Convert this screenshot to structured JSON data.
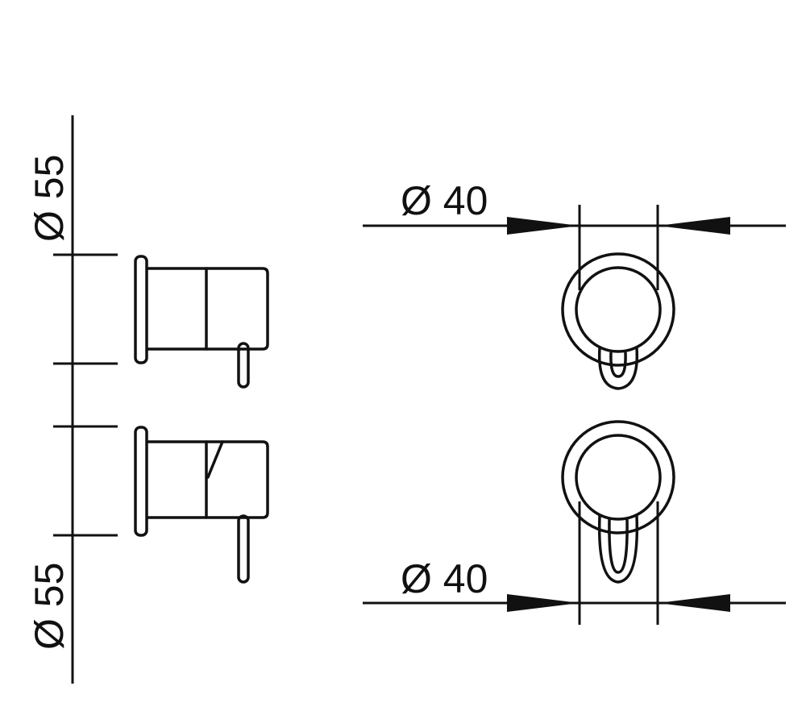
{
  "drawing": {
    "line_color": "#111111",
    "background": "#ffffff",
    "dimensions": {
      "top_left": "Ø 55",
      "bottom_left": "Ø 55",
      "top_right": "Ø 40",
      "bottom_right": "Ø 40"
    }
  }
}
